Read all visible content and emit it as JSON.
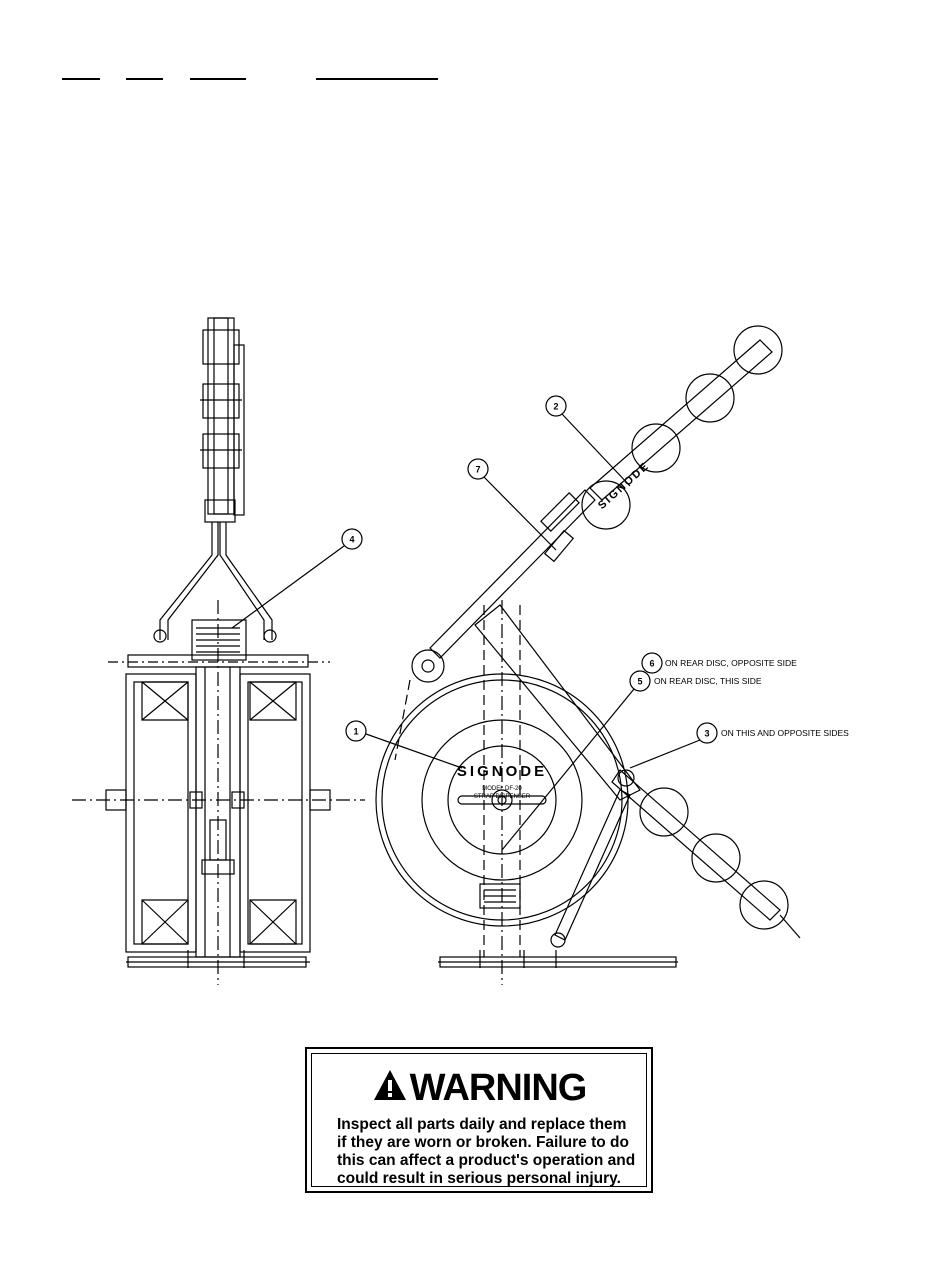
{
  "figure": {
    "callouts": [
      {
        "number": "1",
        "text": ""
      },
      {
        "number": "2",
        "text": ""
      },
      {
        "number": "3",
        "text": "ON THIS AND OPPOSITE SIDES"
      },
      {
        "number": "4",
        "text": ""
      },
      {
        "number": "5",
        "text": "ON REAR DISC, THIS SIDE"
      },
      {
        "number": "6",
        "text": "ON REAR DISC, OPPOSITE SIDE"
      },
      {
        "number": "7",
        "text": ""
      }
    ],
    "reel_brand": "SIGNODE",
    "reel_model": "MODEL DF-20",
    "reel_product": "STRAP DISPENSER",
    "arm_brand": "SIGNODE"
  },
  "warning": {
    "heading": "WARNING",
    "body": "Inspect all parts daily and replace them if they are worn or broken. Failure to do this can affect a product's operation and could result in serious personal injury."
  }
}
